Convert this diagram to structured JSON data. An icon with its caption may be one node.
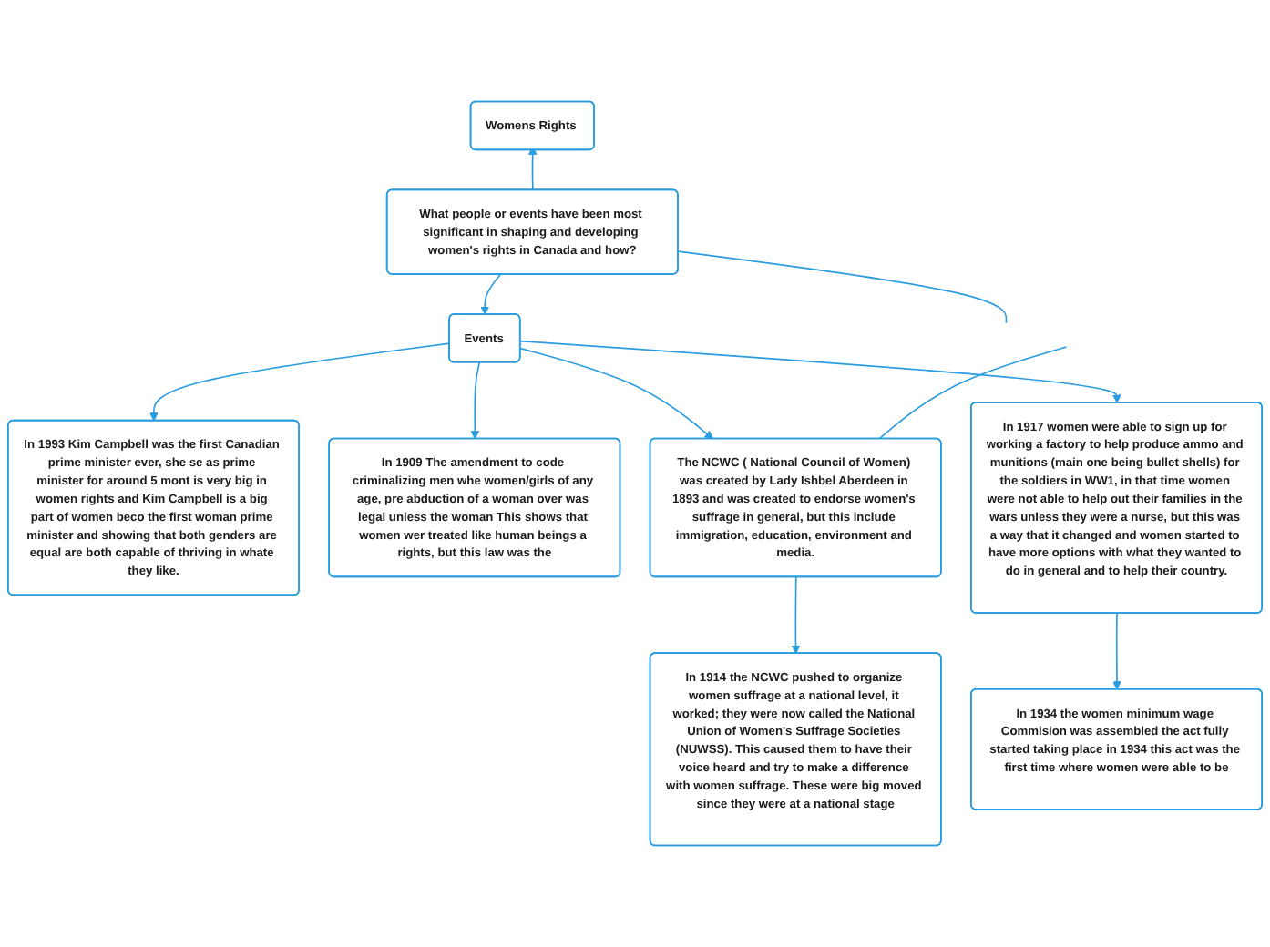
{
  "diagram": {
    "nodes": [
      {
        "text": [
          "Womens Rights"
        ]
      },
      {
        "text": [
          "What people or events have been most significant in shaping and developing women's rights in Canada and how?"
        ]
      },
      {
        "text": [
          "Events"
        ]
      },
      {
        "text": [
          "In 1993 Kim Campbell was the first Canadian prime minister ever, she se as prime minister for around 5 mont is very big in women rights and Kim Campbell is a big part of women beco the first woman prime minister and showing that both genders are equal are both capable of thriving in whate they like."
        ]
      },
      {
        "text": [
          "In 1909 The amendment to code criminalizing men whe women/girls of any age, pre abduction of a woman over was legal unless the woman This shows that women wer treated like human beings a rights, but this law was the"
        ]
      },
      {
        "text": [
          "The NCWC ( National Council of Women) was created by Lady Ishbel Aberdeen in 1893 and was created to endorse women's suffrage in general, but this include immigration, education, environment and media."
        ]
      },
      {
        "text": [
          "In 1917 women were able to sign up for working a factory to help produce ammo and munitions (main one being bullet shells) for the soldiers in WW1, in that time women were not able to help out their families in the wars unless they were a nurse, but this was a way that it changed and women started to have more options with what they wanted to do in general and to help their country."
        ]
      },
      {
        "text": [
          "In 1914 the NCWC pushed to organize women suffrage at a national level, it worked; they were now called the National Union of Women's Suffrage Societies (NUWSS). This caused them to have their voice heard and try to make a difference with women suffrage. These were big moved since they were at a national stage"
        ]
      },
      {
        "text": [
          "In 1934 the women minimum wage Commision was assembled the act fully started taking place in 1934 this act was the first time where women were able to be"
        ]
      }
    ],
    "edges": [
      {
        "from": 1,
        "to": 0,
        "arrow": "to"
      },
      {
        "from": 1,
        "to": 2,
        "arrow": "to"
      },
      {
        "from": 1,
        "to": null,
        "arrow": "none"
      },
      {
        "from": 2,
        "to": 3,
        "arrow": "to"
      },
      {
        "from": 2,
        "to": 4,
        "arrow": "to"
      },
      {
        "from": 2,
        "to": 5,
        "arrow": "to"
      },
      {
        "from": 2,
        "to": 6,
        "arrow": "to"
      },
      {
        "from": null,
        "to": 5,
        "arrow": "none"
      },
      {
        "from": 5,
        "to": 7,
        "arrow": "to"
      },
      {
        "from": 6,
        "to": 8,
        "arrow": "to"
      }
    ]
  }
}
